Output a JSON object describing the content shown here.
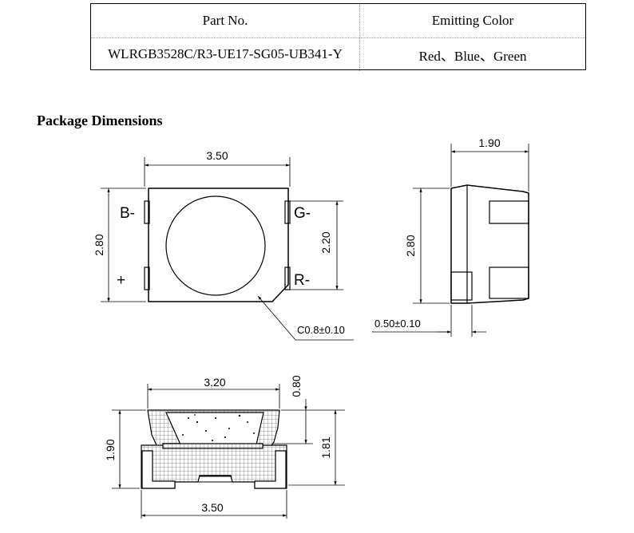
{
  "table": {
    "headers": [
      "Part No.",
      "Emitting Color"
    ],
    "row": [
      "WLRGB3528C/R3-UE17-SG05-UB341-Y",
      "Red、Blue、Green"
    ]
  },
  "section_title": "Package Dimensions",
  "top_view": {
    "width": "3.50",
    "height": "2.80",
    "inner_height": "2.20",
    "chamfer": "C0.8±0.10",
    "pins": {
      "b": "B-",
      "g": "G-",
      "plus": "+",
      "r": "R-"
    }
  },
  "side_view": {
    "width": "1.90",
    "height": "2.80",
    "pad": "0.50±0.10"
  },
  "front_view": {
    "top_width": "3.20",
    "lens_height": "0.80",
    "total_height": "1.90",
    "body_height": "1.81",
    "bottom_width": "3.50"
  }
}
